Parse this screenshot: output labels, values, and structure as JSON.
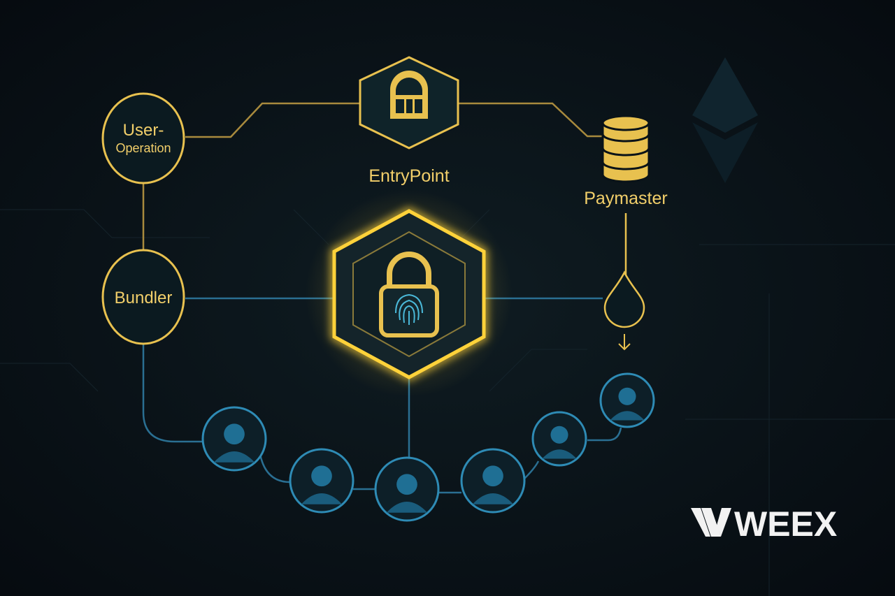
{
  "nodes": {
    "user_operation": {
      "line1": "User-",
      "line2": "Operation"
    },
    "bundler": {
      "label": "Bundler"
    },
    "entry_point": {
      "label": "EntryPoint",
      "icon": "gate-icon"
    },
    "paymaster": {
      "label": "Paymaster",
      "icon": "database-icon"
    },
    "smart_account": {
      "icon": "fingerprint-lock-icon"
    },
    "gas_drop": {
      "icon": "drop-icon"
    }
  },
  "users": [
    "user-1",
    "user-2",
    "user-3",
    "user-4",
    "user-5",
    "user-6"
  ],
  "brand": {
    "name": "WEEX"
  },
  "colors": {
    "background": "#070d12",
    "gold": "#e8c14f",
    "blue": "#2e8bb5",
    "glow": "#ffd23a"
  }
}
